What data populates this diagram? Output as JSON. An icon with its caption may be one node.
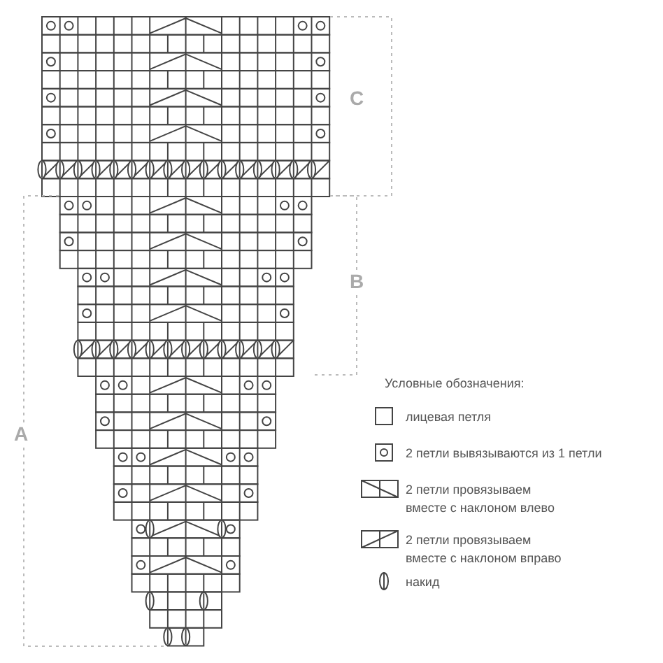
{
  "diagram": {
    "labels": [
      "C",
      "B",
      "A",
      "Условные обозначения:"
    ],
    "legend": [
      {
        "text": "лицевая петля"
      },
      {
        "text": "2 петли вывязываются из 1 петли"
      },
      {
        "text": "2 петли провязываем вместе с наклоном влево"
      },
      {
        "text": "2 петли провязываем вместе с наклоном вправо"
      },
      {
        "text": "накид"
      }
    ]
  }
}
